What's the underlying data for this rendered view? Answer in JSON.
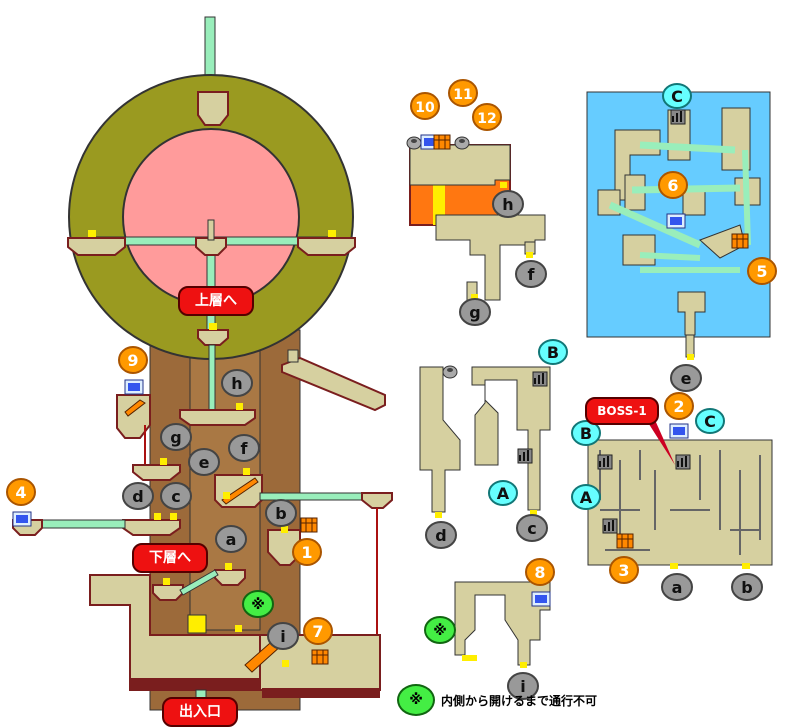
{
  "map_title": "",
  "labels": {
    "upper_floor": "上層へ",
    "lower_floor": "下層へ",
    "entrance": "出入口",
    "boss": "BOSS-1",
    "note_mark": "※",
    "note_text": "内側から開けるまで通行不可"
  },
  "chests": [
    "1",
    "2",
    "3",
    "4",
    "5",
    "6",
    "7",
    "8",
    "9",
    "10",
    "11",
    "12"
  ],
  "links": [
    "a",
    "b",
    "c",
    "d",
    "e",
    "f",
    "g",
    "h",
    "i"
  ],
  "stairs": [
    "A",
    "B",
    "C"
  ],
  "colors": {
    "background": "#ffffff",
    "floor": "#d6d0a0",
    "floor_edge": "#7a1e1e",
    "walkway": "#99eebb",
    "ring": "#9a9a20",
    "inner_room": "#ff9b9b",
    "tower": "#9c6a3a",
    "water": "#66ccff",
    "chest_marker": "#ff9900",
    "link_marker": "#999999",
    "stair_marker": "#66ffff",
    "red_label": "#ee1111",
    "note_marker": "#44ee44",
    "orange_room": "#ff7711",
    "yellow": "#ffee00"
  },
  "icons": [
    "treasure-chest-icon",
    "save-point-icon",
    "stairs-icon",
    "pot-icon"
  ]
}
